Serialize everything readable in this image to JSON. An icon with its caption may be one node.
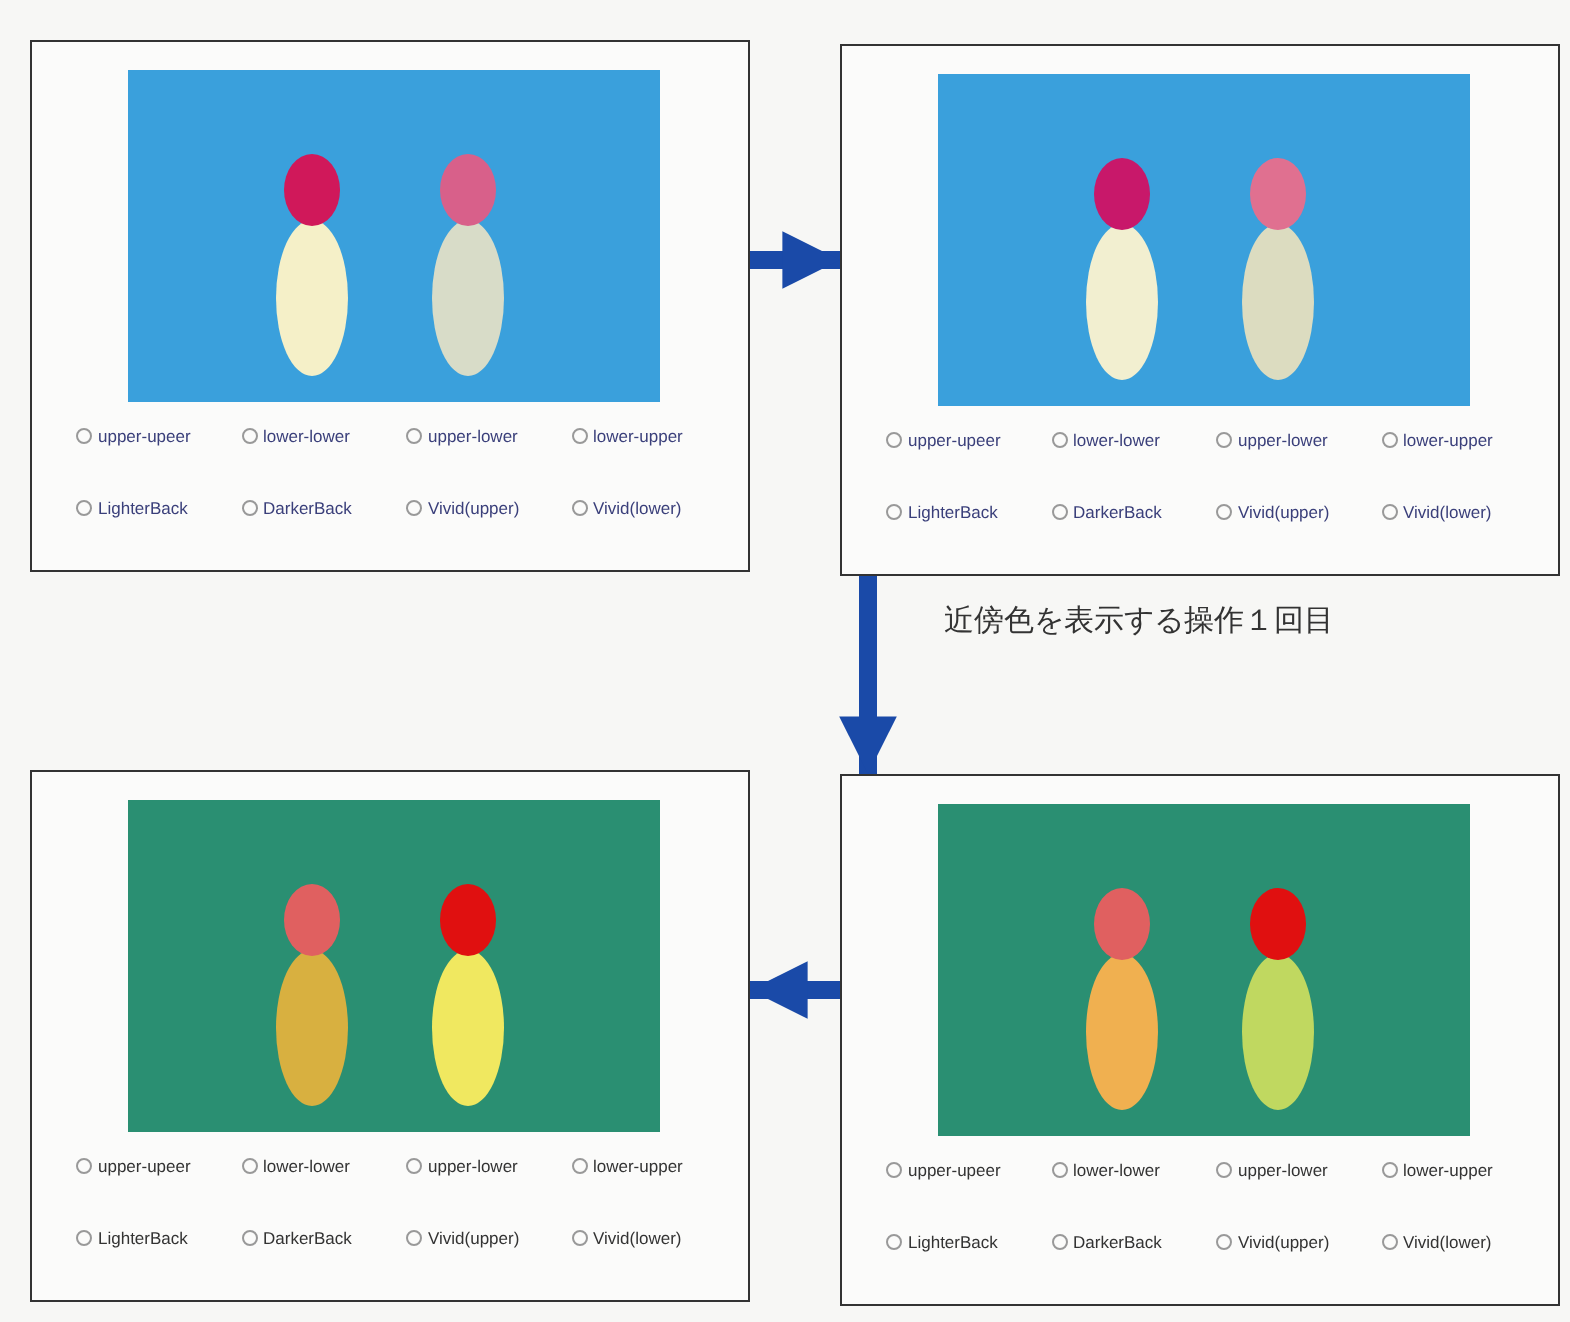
{
  "diagram": {
    "nodes": [
      {
        "text": [
          "upper-upeer",
          "lower-lower",
          "upper-lower",
          "lower-upper",
          "LighterBack",
          "DarkerBack",
          "Vivid(upper)",
          "Vivid(lower)"
        ]
      },
      {
        "text": [
          "upper-upeer",
          "lower-lower",
          "upper-lower",
          "lower-upper",
          "LighterBack",
          "DarkerBack",
          "Vivid(upper)",
          "Vivid(lower)"
        ]
      },
      {
        "text": [
          "upper-upeer",
          "lower-lower",
          "upper-lower",
          "lower-upper",
          "LighterBack",
          "DarkerBack",
          "Vivid(upper)",
          "Vivid(lower)"
        ]
      },
      {
        "text": [
          "upper-upeer",
          "lower-lower",
          "upper-lower",
          "lower-upper",
          "LighterBack",
          "DarkerBack",
          "Vivid(upper)",
          "Vivid(lower)"
        ]
      }
    ],
    "edges": [
      {
        "from": 0,
        "to": 1,
        "arrow": "to"
      },
      {
        "from": 1,
        "to": 3,
        "arrow": "to",
        "label": "近傍色を表示する操作１回目"
      },
      {
        "from": 3,
        "to": 2,
        "arrow": "to"
      }
    ]
  }
}
